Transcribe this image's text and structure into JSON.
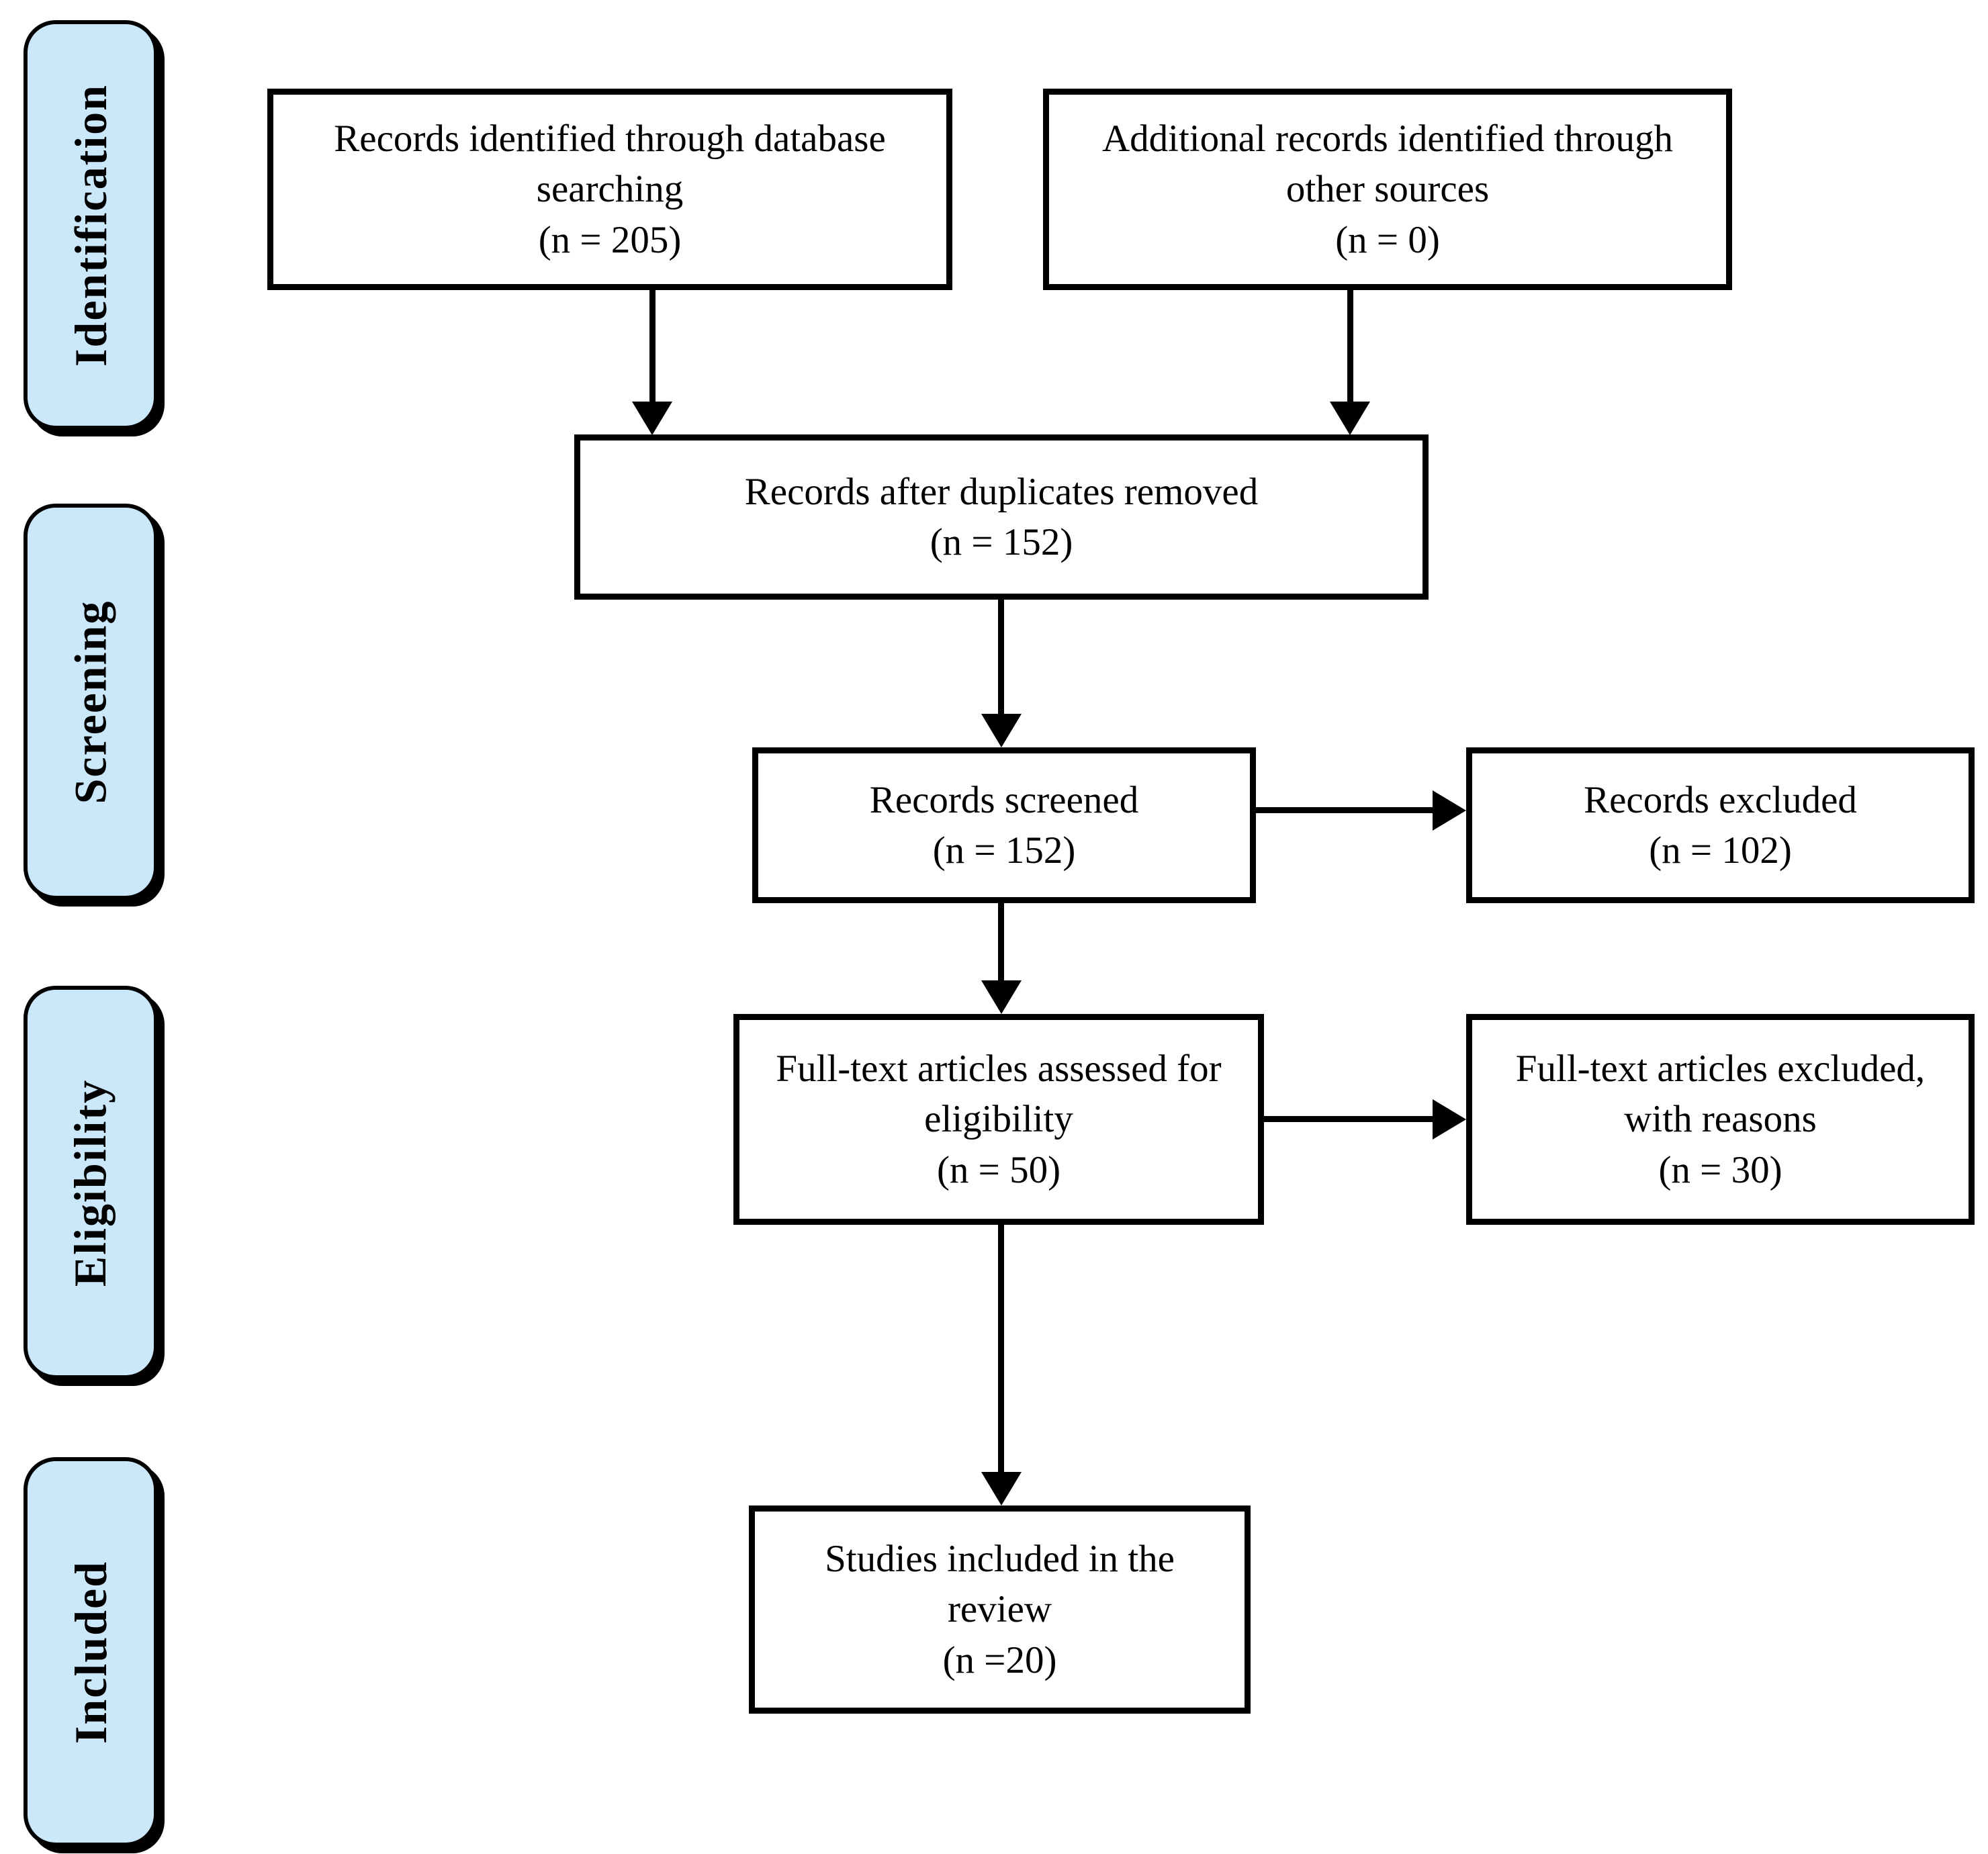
{
  "diagram_type": "prisma-flow-diagram",
  "colors": {
    "stage_fill": "#cbe7fa",
    "box_border": "#000000",
    "background": "#ffffff"
  },
  "stages": [
    {
      "label": "Identification"
    },
    {
      "label": "Screening"
    },
    {
      "label": "Eligibility"
    },
    {
      "label": "Included"
    }
  ],
  "boxes": {
    "records_identified": {
      "lines": [
        "Records identified through database",
        "searching",
        "(n = 205)"
      ]
    },
    "additional_records": {
      "lines": [
        "Additional records identified through",
        "other sources",
        "(n = 0)"
      ]
    },
    "duplicates_removed": {
      "lines": [
        "Records after duplicates removed",
        "(n = 152)"
      ]
    },
    "records_screened": {
      "lines": [
        "Records screened",
        "(n = 152)"
      ]
    },
    "records_excluded": {
      "lines": [
        "Records excluded",
        "(n = 102)"
      ]
    },
    "fulltext_assessed": {
      "lines": [
        "Full-text articles assessed for",
        "eligibility",
        "(n = 50)"
      ]
    },
    "fulltext_excluded": {
      "lines": [
        "Full-text articles excluded,",
        "with reasons",
        "(n = 30)"
      ]
    },
    "studies_included": {
      "lines": [
        "Studies included in the",
        "review",
        "(n =20)"
      ]
    }
  }
}
